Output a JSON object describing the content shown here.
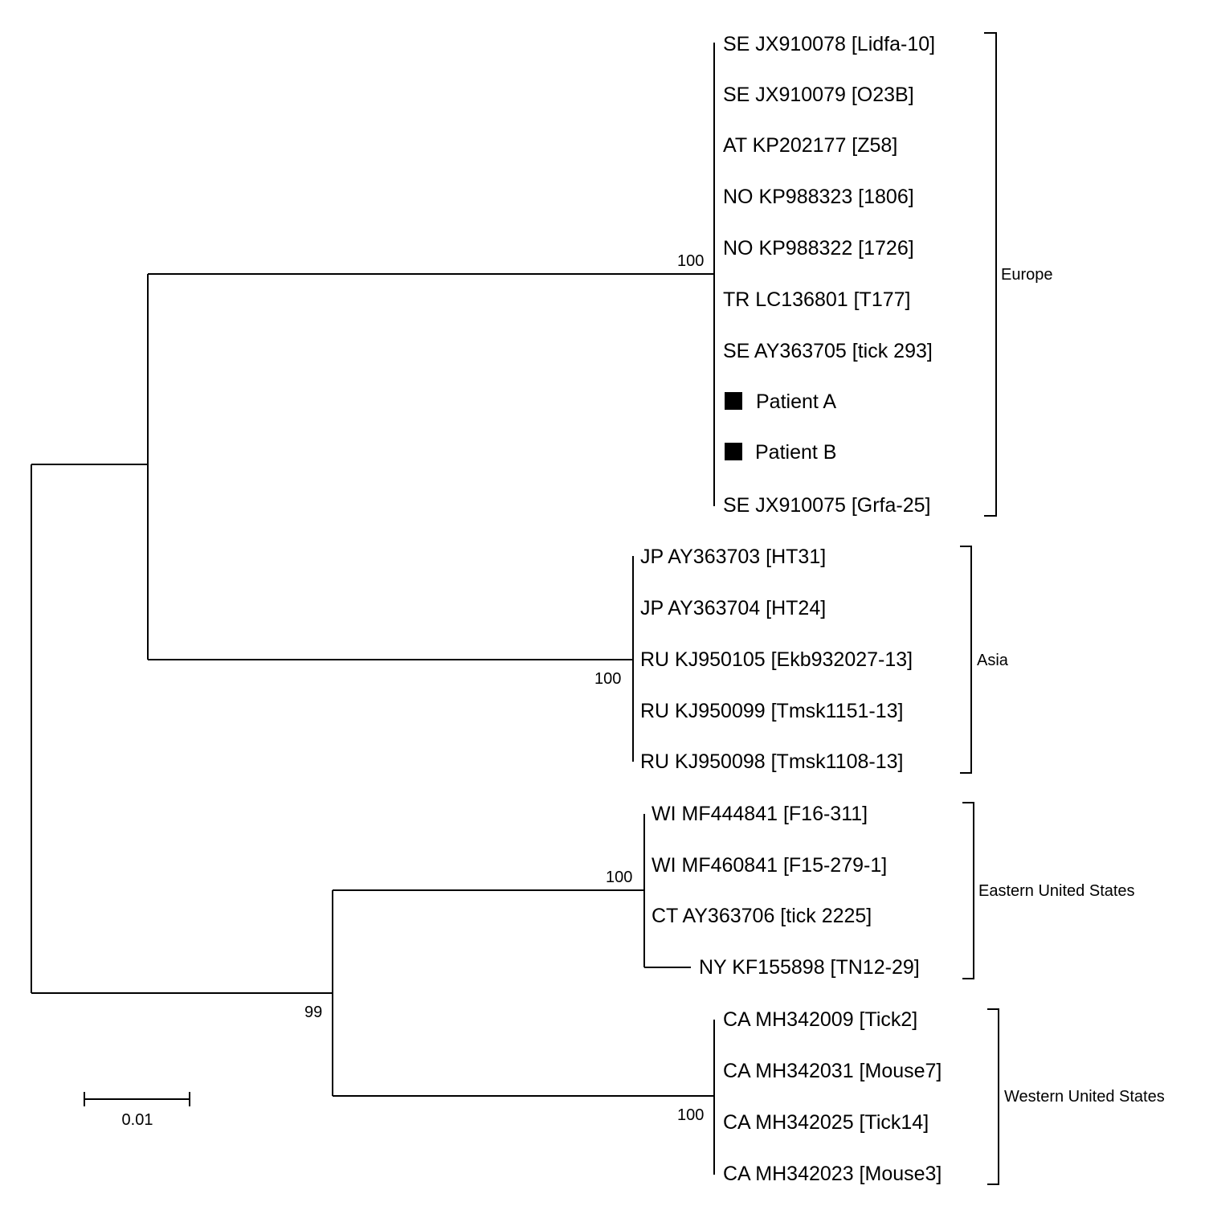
{
  "figure": {
    "colors": {
      "line": "#000000",
      "marker": "#000000",
      "background": "#ffffff"
    },
    "scale_bar": {
      "label": "0.01"
    },
    "taxa": [
      {
        "label": "SE JX910078 [Lidfa-10]",
        "marker": false
      },
      {
        "label": "SE JX910079 [O23B]",
        "marker": false
      },
      {
        "label": "AT KP202177 [Z58]",
        "marker": false
      },
      {
        "label": "NO KP988323 [1806]",
        "marker": false
      },
      {
        "label": "NO KP988322 [1726]",
        "marker": false
      },
      {
        "label": "TR LC136801 [T177]",
        "marker": false
      },
      {
        "label": "SE AY363705 [tick 293]",
        "marker": false
      },
      {
        "label": "Patient A",
        "marker": true,
        "marker_shape": "filled-square"
      },
      {
        "label": "Patient B",
        "marker": true,
        "marker_shape": "filled-square"
      },
      {
        "label": "SE JX910075 [Grfa-25]",
        "marker": false
      },
      {
        "label": "JP AY363703 [HT31]",
        "marker": false
      },
      {
        "label": "JP AY363704 [HT24]",
        "marker": false
      },
      {
        "label": "RU KJ950105 [Ekb932027-13]",
        "marker": false
      },
      {
        "label": "RU KJ950099 [Tmsk1151-13]",
        "marker": false
      },
      {
        "label": "RU KJ950098 [Tmsk1108-13]",
        "marker": false
      },
      {
        "label": "WI MF444841 [F16-311]",
        "marker": false
      },
      {
        "label": "WI MF460841 [F15-279-1]",
        "marker": false
      },
      {
        "label": "CT AY363706 [tick 2225]",
        "marker": false
      },
      {
        "label": "NY KF155898 [TN12-29]",
        "marker": false
      },
      {
        "label": "CA MH342009 [Tick2]",
        "marker": false
      },
      {
        "label": "CA MH342031 [Mouse7]",
        "marker": false
      },
      {
        "label": "CA MH342025 [Tick14]",
        "marker": false
      },
      {
        "label": "CA MH342023 [Mouse3]",
        "marker": false
      }
    ],
    "bootstrap": [
      {
        "clade": "europe",
        "value": "100"
      },
      {
        "clade": "asia",
        "value": "100"
      },
      {
        "clade": "eastern-us",
        "value": "100"
      },
      {
        "clade": "us",
        "value": "99"
      },
      {
        "clade": "western-us",
        "value": "100"
      }
    ],
    "clades": [
      {
        "id": "europe",
        "label": "Europe"
      },
      {
        "id": "asia",
        "label": "Asia"
      },
      {
        "id": "eastern-us",
        "label": "Eastern United States"
      },
      {
        "id": "western-us",
        "label": "Western United States"
      }
    ]
  }
}
